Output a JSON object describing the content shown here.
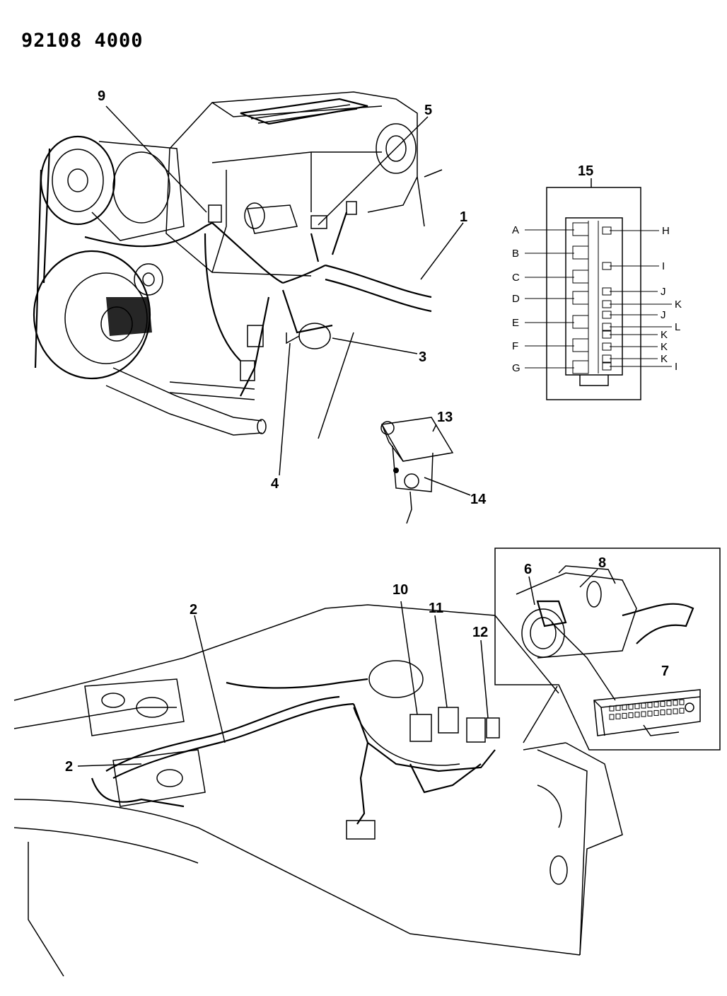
{
  "document": {
    "number": "92108 4000"
  },
  "callouts": {
    "c1": "1",
    "c2a": "2",
    "c2b": "2",
    "c3": "3",
    "c4": "4",
    "c5": "5",
    "c6": "6",
    "c7": "7",
    "c8": "8",
    "c9": "9",
    "c10": "10",
    "c11": "11",
    "c12": "12",
    "c13": "13",
    "c14": "14",
    "c15": "15"
  },
  "connector_pins": {
    "left": [
      "A",
      "B",
      "C",
      "D",
      "E",
      "F",
      "G"
    ],
    "right": [
      "H",
      "I",
      "J",
      "K",
      "J",
      "L",
      "K",
      "K",
      "K",
      "I"
    ]
  }
}
